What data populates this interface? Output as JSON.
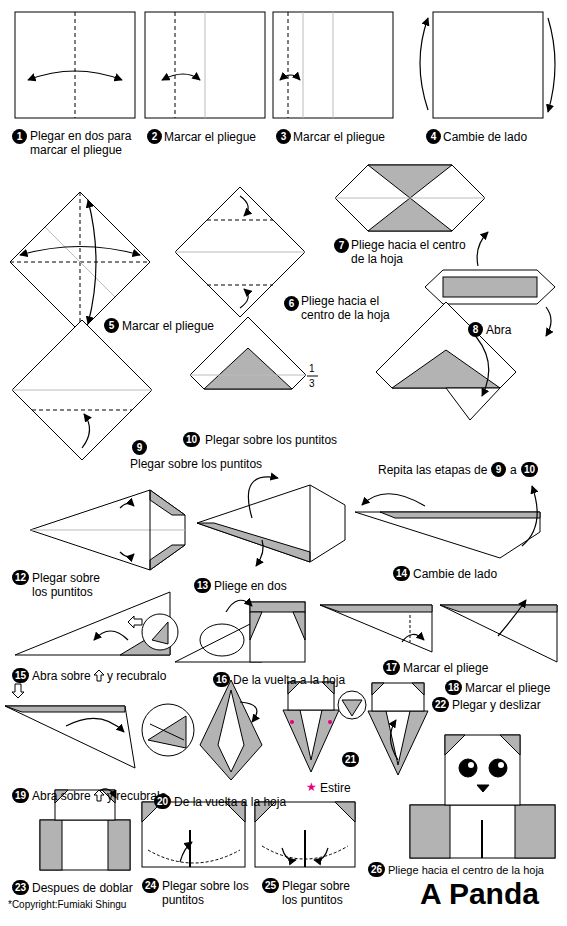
{
  "diagram": {
    "title": "A Panda",
    "labels": [
      "1",
      "Plegar en dos para marcar el pliegue",
      "2",
      "Marcar el pliegue",
      "3",
      "Marcar el pliegue",
      "4",
      "Cambie de lado",
      "5",
      "Marcar el pliegue",
      "6",
      "Pliege hacia el centro de la hoja",
      "7",
      "Pliege hacia el centro de la hoja",
      "8",
      "Abra",
      "9",
      "Plegar sobre los puntitos",
      "10",
      "Plegar sobre los puntitos",
      "1",
      "3",
      "Repita las etapas de",
      "9",
      "a",
      "10",
      "12",
      "Plegar sobre los puntitos",
      "13",
      "Pliege en dos",
      "14",
      "Cambie de lado",
      "15",
      "Abra sobre",
      "y recubralo",
      "16",
      "De la vuelta a la hoja",
      "17",
      "Marcar el pliege",
      "18",
      "Marcar el pliege",
      "19",
      "Abra sobre",
      "y recubralo",
      "20",
      "De la vuelta a la hoja",
      "★",
      "Estire",
      "21",
      "22",
      "Plegar y deslizar",
      "23",
      "Despues de doblar",
      "*Copyright:Fumiaki Shingu",
      "24",
      "Plegar sobre los puntitos",
      "25",
      "Plegar sobre los puntitos",
      "26",
      "Pliege hacia el centro de la hoja"
    ]
  }
}
